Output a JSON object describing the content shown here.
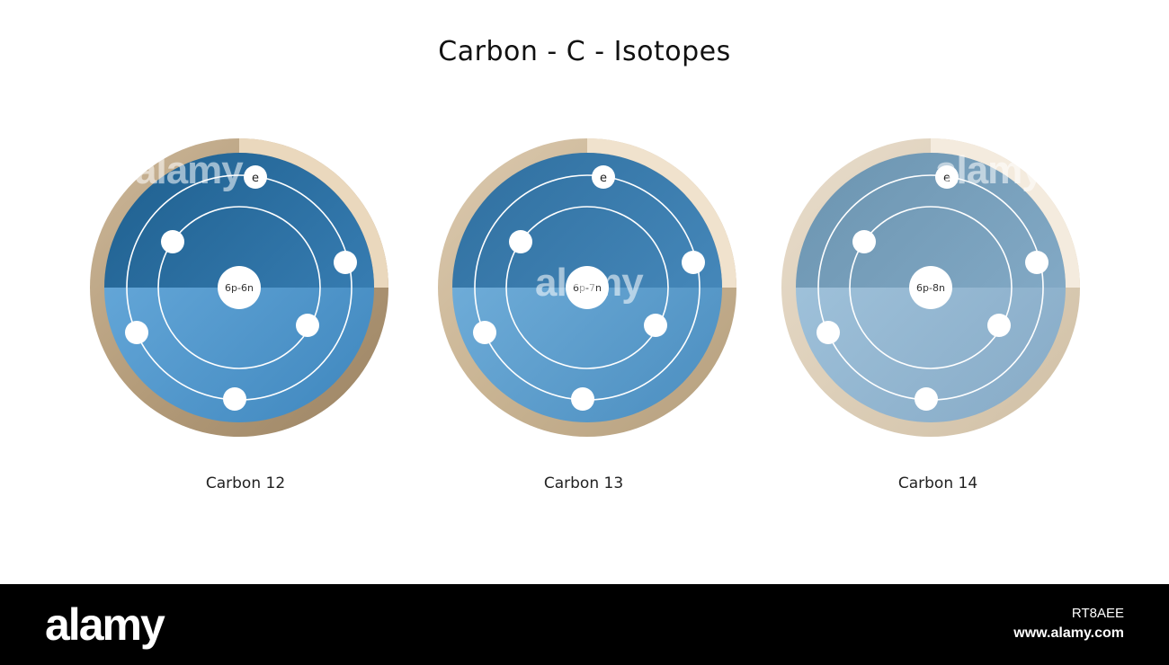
{
  "title": "Carbon - C - Isotopes",
  "electron_label": "e",
  "atoms": [
    {
      "label": "Carbon 12",
      "nucleus": "6p-6n",
      "colors": {
        "top_blue": "#2a6a9a",
        "bottom_blue": "#5b9fd0",
        "ring_light": "#e8d6bc",
        "ring_dark": "#a8906e"
      }
    },
    {
      "label": "Carbon 13",
      "nucleus": "6p-7n",
      "colors": {
        "top_blue": "#3878a8",
        "bottom_blue": "#6aa9d4",
        "ring_light": "#ecdfcb",
        "ring_dark": "#bba684"
      }
    },
    {
      "label": "Carbon 14",
      "nucleus": "6p-8n",
      "colors": {
        "top_blue": "#7099b4",
        "bottom_blue": "#9cc0da",
        "ring_light": "#f2e9dc",
        "ring_dark": "#d6c7b0"
      }
    }
  ],
  "watermark": {
    "text": "alamy",
    "footer_logo": "alamy",
    "image_id": "RT8AEE",
    "url": "www.alamy.com"
  }
}
